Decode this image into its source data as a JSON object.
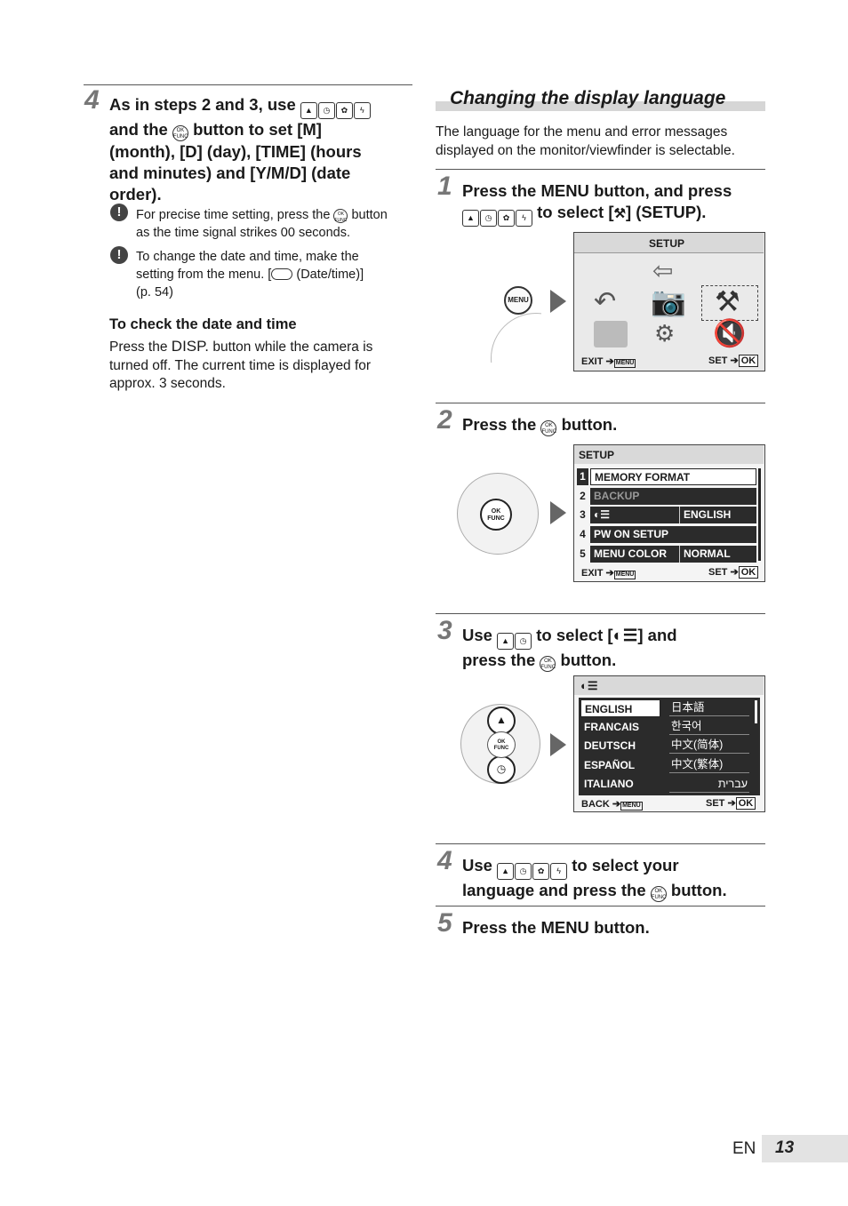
{
  "left": {
    "step4": {
      "num": "4",
      "pre": "As in steps 2 and 3, use",
      "and_the": "and the",
      "rest1": "button to set [M]",
      "rest2": "(month), [D] (day), [TIME] (hours",
      "rest3": "and minutes) and [Y/M/D] (date",
      "rest4": "order)."
    },
    "note1": {
      "l1a": "For precise time setting, press the",
      "l1b": "button",
      "l2": "as the time signal strikes 00 seconds."
    },
    "note2": {
      "l1": "To change the date and time, make the",
      "l2a": "setting from the menu. [",
      "l2b": "(Date/time)]",
      "l3": "(p. 54)"
    },
    "check": {
      "heading": "To check the date and time",
      "l1a": "Press the",
      "disp": "DISP.",
      "l1b": "button while the camera is",
      "l2": "turned off. The current time is displayed for",
      "l3": "approx. 3 seconds."
    }
  },
  "right": {
    "title": "Changing the display language",
    "intro1": "The language for the menu and error messages",
    "intro2": "displayed on the monitor/viewfinder is selectable.",
    "step1": {
      "num": "1",
      "l1a": "Press the",
      "menu": "MENU",
      "l1b": "button, and press",
      "l2a": "to select [",
      "l2b": "] (SETUP)."
    },
    "step2": {
      "num": "2",
      "a": "Press the",
      "b": "button."
    },
    "step3": {
      "num": "3",
      "l1a": "Use",
      "l1b": "to select [",
      "l1c": "] and",
      "l2a": "press the",
      "l2b": "button."
    },
    "step4": {
      "num": "4",
      "l1a": "Use",
      "l1b": "to select your",
      "l2a": "language and press the",
      "l2b": "button."
    },
    "step5": {
      "num": "5",
      "a": "Press the",
      "menu": "MENU",
      "b": "button."
    }
  },
  "screen1": {
    "title": "SETUP",
    "exit": "EXIT",
    "set": "SET",
    "ok": "OK",
    "menu": "MENU"
  },
  "screen2": {
    "title": "SETUP",
    "rows": [
      {
        "n": "1",
        "label": "MEMORY FORMAT",
        "value": ""
      },
      {
        "n": "2",
        "label": "BACKUP",
        "value": ""
      },
      {
        "n": "3",
        "label": "",
        "value": "ENGLISH"
      },
      {
        "n": "4",
        "label": "PW ON SETUP",
        "value": ""
      },
      {
        "n": "5",
        "label": "MENU COLOR",
        "value": "NORMAL"
      }
    ],
    "exit": "EXIT",
    "set": "SET",
    "ok": "OK",
    "menu": "MENU"
  },
  "screen3": {
    "left": [
      "ENGLISH",
      "FRANCAIS",
      "DEUTSCH",
      "ESPAÑOL",
      "ITALIANO"
    ],
    "right": [
      "日本語",
      "한국어",
      "中文(简体)",
      "中文(繁体)",
      "עברית"
    ],
    "back": "BACK",
    "set": "SET",
    "ok": "OK",
    "menu": "MENU"
  },
  "dpad": {
    "menu": "MENU",
    "ok": "OK",
    "func": "FUNC"
  },
  "footer": {
    "lang": "EN",
    "page": "13"
  },
  "colors": {
    "rule": "#555555",
    "screen_bg": "#2b2b2b",
    "title_bar": "#d9d9d9",
    "page_tab": "#e3e3e3"
  }
}
